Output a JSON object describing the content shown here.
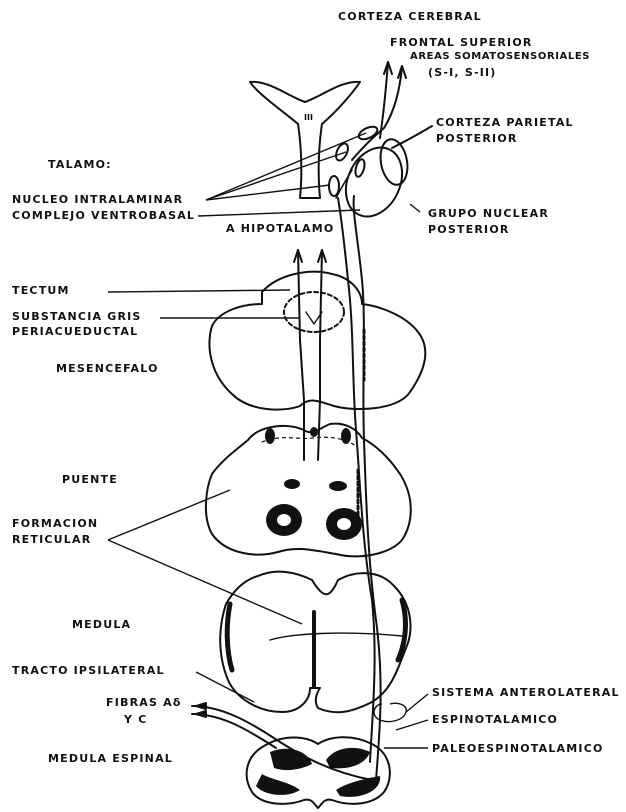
{
  "labels": {
    "corteza_cerebral": "CORTEZA CEREBRAL",
    "frontal_superior": "FRONTAL SUPERIOR",
    "areas_somatosensoriales": "AREAS SOMATOSENSORIALES",
    "areas_codes": "(S-I, S-II)",
    "corteza_parietal_1": "CORTEZA PARIETAL",
    "corteza_parietal_2": "POSTERIOR",
    "talamo": "TALAMO:",
    "nucleo_intralaminar": "NUCLEO INTRALAMINAR",
    "complejo_ventrobasal": "COMPLEJO VENTROBASAL",
    "grupo_nuclear_1": "GRUPO NUCLEAR",
    "grupo_nuclear_2": "POSTERIOR",
    "a_hipotalamo": "A HIPOTALAMO",
    "ventricle_mark": "III",
    "tectum": "TECTUM",
    "substancia_1": "SUBSTANCIA GRIS",
    "substancia_2": "PERIACUEDUCTAL",
    "mesencefalo": "MESENCEFALO",
    "puente": "PUENTE",
    "formacion_1": "FORMACION",
    "formacion_2": "RETICULAR",
    "medula": "MEDULA",
    "tracto_ipsilateral": "TRACTO IPSILATERAL",
    "fibras_1": "FIBRAS Aδ",
    "fibras_2": "Y C",
    "medula_espinal": "MEDULA ESPINAL",
    "sistema_anterolateral": "SISTEMA ANTEROLATERAL",
    "espinotalamico": "ESPINOTALAMICO",
    "paleoespinotalamico": "PALEOESPINOTALAMICO"
  }
}
